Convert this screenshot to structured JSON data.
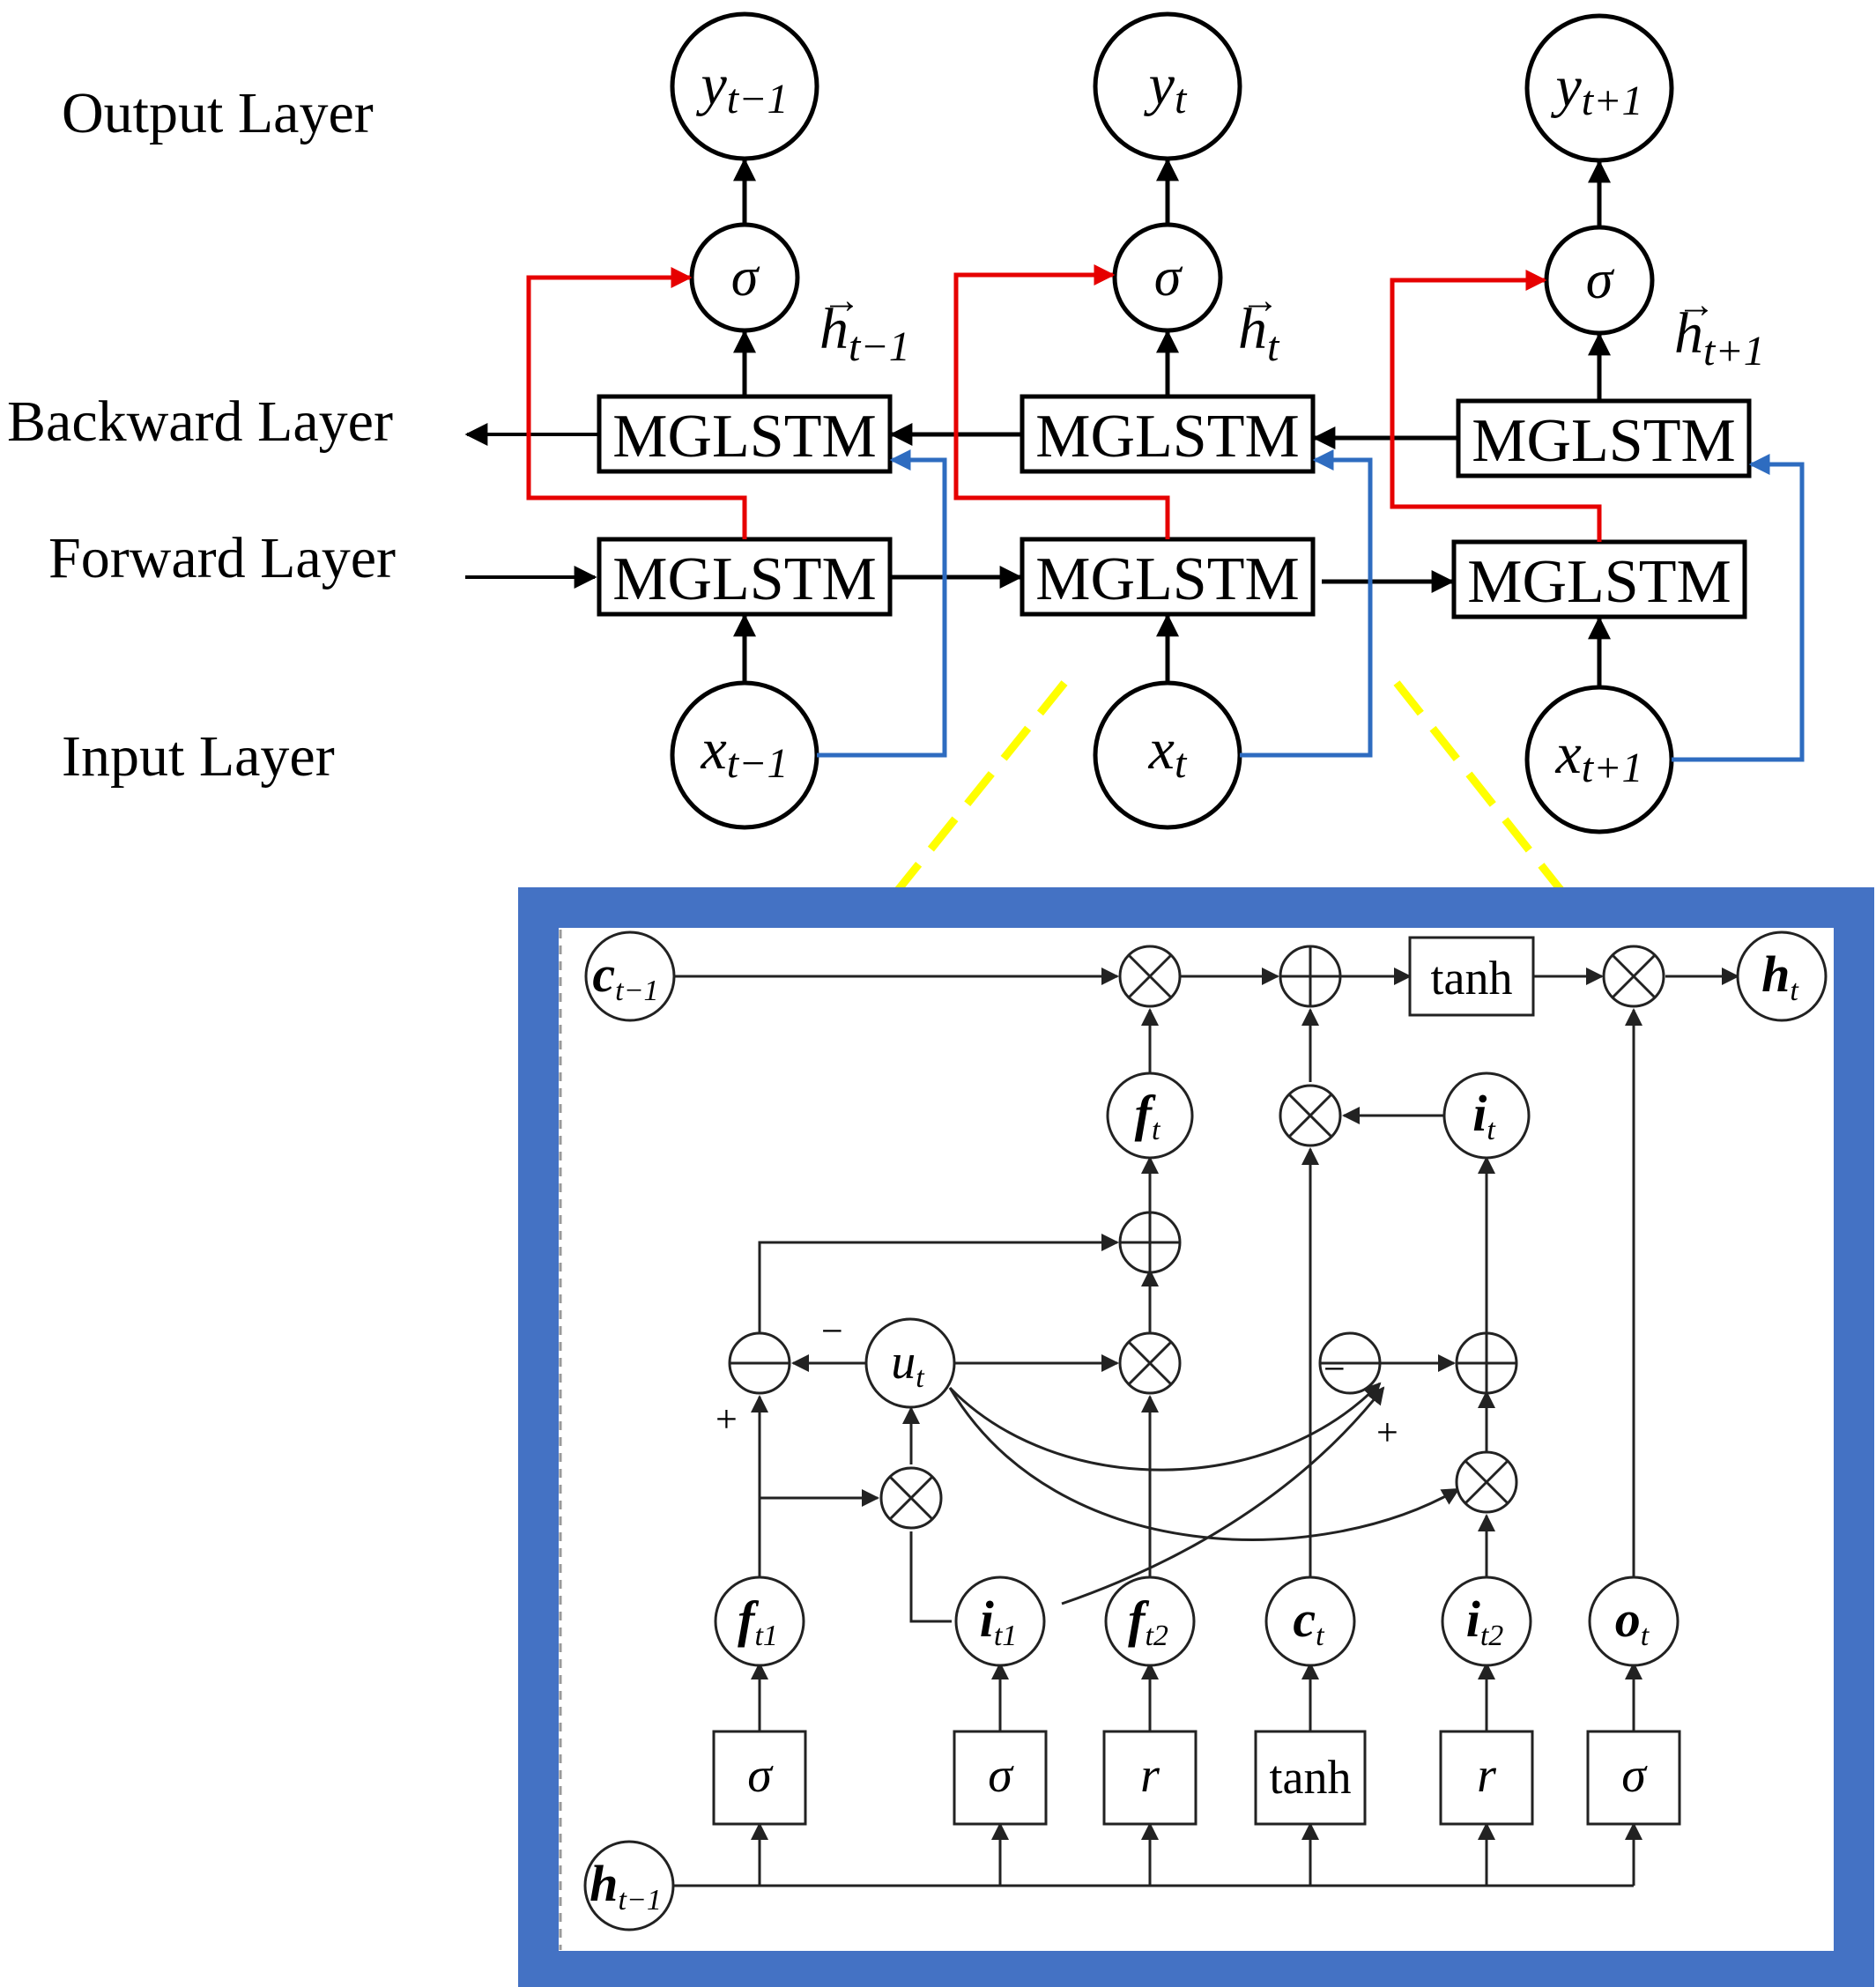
{
  "layers": {
    "output": "Output Layer",
    "backward": "Backward Layer",
    "forward": "Forward Layer",
    "input": "Input Layer"
  },
  "block_label": "MGLSTM",
  "activation_symbol": "σ",
  "timesteps": [
    {
      "output_main": "y",
      "output_sub": "t−1",
      "hidden_main": "h",
      "hidden_sub": "t−1",
      "input_main": "x",
      "input_sub": "t−1"
    },
    {
      "output_main": "y",
      "output_sub": "t",
      "hidden_main": "h",
      "hidden_sub": "t",
      "input_main": "x",
      "input_sub": "t"
    },
    {
      "output_main": "y",
      "output_sub": "t+1",
      "hidden_main": "h",
      "hidden_sub": "t+1",
      "input_main": "x",
      "input_sub": "t+1"
    }
  ],
  "cell": {
    "prev_cell": {
      "main": "c",
      "sub": "t−1"
    },
    "hidden_out": {
      "main": "h",
      "sub": "t"
    },
    "prev_hidden": {
      "main": "h",
      "sub": "t−1"
    },
    "tanh_label": "tanh",
    "forget_gate": {
      "main": "f",
      "sub": "t"
    },
    "input_gate": {
      "main": "i",
      "sub": "t"
    },
    "update": {
      "main": "u",
      "sub": "t"
    },
    "gates": [
      {
        "main": "f",
        "sub": "t1",
        "box": "σ"
      },
      {
        "main": "i",
        "sub": "t1",
        "box": "σ"
      },
      {
        "main": "f",
        "sub": "t2",
        "box": "r"
      },
      {
        "main": "c",
        "sub": "t",
        "box": "tanh"
      },
      {
        "main": "i",
        "sub": "t2",
        "box": "r"
      },
      {
        "main": "o",
        "sub": "t",
        "box": "σ"
      }
    ],
    "signs": {
      "minus_top": "−",
      "plus_left": "+",
      "minus_right": "−",
      "plus_right": "+"
    }
  },
  "colors": {
    "black": "#000000",
    "red": "#e60000",
    "blue": "#2e6cc0",
    "frame": "#4472c4",
    "highlight": "#ffff00"
  }
}
